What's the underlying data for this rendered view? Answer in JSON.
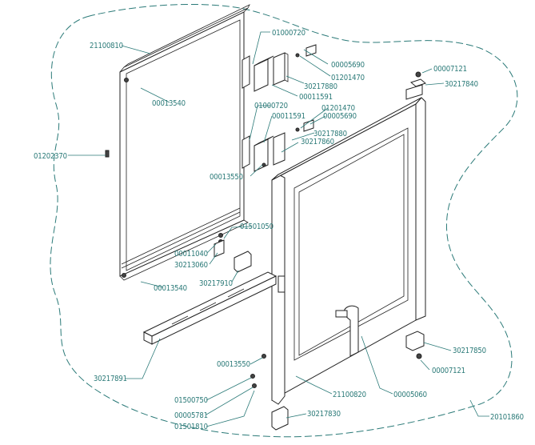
{
  "parts": {
    "p21100810": "21100810",
    "p00013540_top": "00013540",
    "p01202370": "01202370",
    "p00013540_bot": "00013540",
    "p01000720_a": "01000720",
    "p00005690_a": "00005690",
    "p01201470_a": "01201470",
    "p30217880_a": "30217880",
    "p00011591_a": "00011591",
    "p01000720_b": "01000720",
    "p00011591_b": "00011591",
    "p01201470_b": "01201470",
    "p00005690_b": "00005690",
    "p30217880_b": "30217880",
    "p30217860": "30217860",
    "p00013550_a": "00013550",
    "p00007121_a": "00007121",
    "p30217840": "30217840",
    "p01501050": "01501050",
    "p00011040": "00011040",
    "p30213060": "30213060",
    "p30217910": "30217910",
    "p30217891": "30217891",
    "p00013550_b": "00013550",
    "p01500750": "01500750",
    "p00005781": "00005781",
    "p01501810": "01501810",
    "p30217830": "30217830",
    "p21100820": "21100820",
    "p00005060": "00005060",
    "p30217850": "30217850",
    "p00007121_b": "00007121",
    "p20101860": "20101860"
  }
}
